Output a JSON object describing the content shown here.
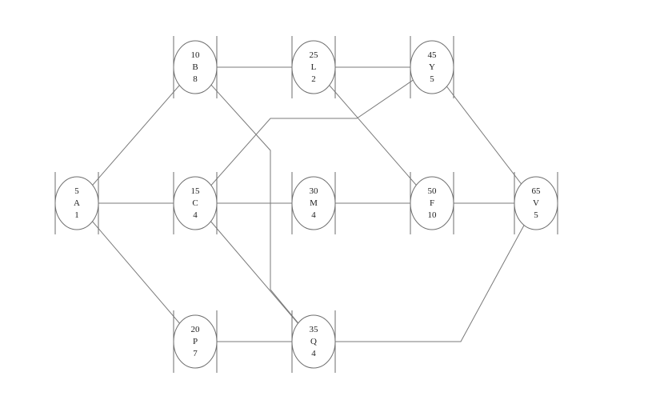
{
  "diagram": {
    "nodes": [
      {
        "id": "A",
        "lines": [
          "5",
          "A",
          "1"
        ]
      },
      {
        "id": "B",
        "lines": [
          "10",
          "B",
          "8"
        ]
      },
      {
        "id": "C",
        "lines": [
          "15",
          "C",
          "4"
        ]
      },
      {
        "id": "P",
        "lines": [
          "20",
          "P",
          "7"
        ]
      },
      {
        "id": "L",
        "lines": [
          "25",
          "L",
          "2"
        ]
      },
      {
        "id": "M",
        "lines": [
          "30",
          "M",
          "4"
        ]
      },
      {
        "id": "Q",
        "lines": [
          "35",
          "Q",
          "4"
        ]
      },
      {
        "id": "Y",
        "lines": [
          "45",
          "Y",
          "5"
        ]
      },
      {
        "id": "F",
        "lines": [
          "50",
          "F",
          "10"
        ]
      },
      {
        "id": "V",
        "lines": [
          "65",
          "V",
          "5"
        ]
      }
    ],
    "edges": [
      {
        "from": "A",
        "to": "B"
      },
      {
        "from": "A",
        "to": "C"
      },
      {
        "from": "A",
        "to": "P"
      },
      {
        "from": "B",
        "to": "L"
      },
      {
        "from": "B",
        "to": "Q"
      },
      {
        "from": "C",
        "to": "M"
      },
      {
        "from": "C",
        "to": "Q"
      },
      {
        "from": "C",
        "to": "Y"
      },
      {
        "from": "P",
        "to": "Q"
      },
      {
        "from": "L",
        "to": "Y"
      },
      {
        "from": "L",
        "to": "F"
      },
      {
        "from": "M",
        "to": "F"
      },
      {
        "from": "Y",
        "to": "V"
      },
      {
        "from": "F",
        "to": "V"
      },
      {
        "from": "Q",
        "to": "V"
      }
    ]
  }
}
